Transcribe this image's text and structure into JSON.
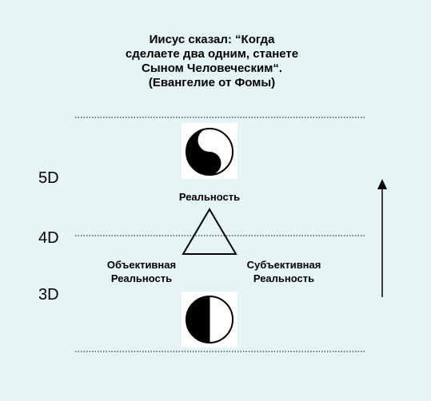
{
  "quote": {
    "lines": [
      "Иисус сказал: “Когда",
      "сделаете два одним, станете",
      "Сыном Человеческим“.",
      "(Евангелие от Фомы)"
    ]
  },
  "levels": {
    "d5": "5D",
    "d4": "4D",
    "d3": "3D"
  },
  "triangle": {
    "top_label": "Реальность",
    "left_label": [
      "Объективная",
      "Реальность"
    ],
    "right_label": [
      "Субъективная",
      "Реальность"
    ]
  },
  "symbols": {
    "top_icon": "yin-yang-icon",
    "bottom_icon": "half-circle-icon"
  },
  "colors": {
    "background": "#e5f4f4",
    "line": "#000000",
    "symbol_bg": "#ffffff"
  }
}
